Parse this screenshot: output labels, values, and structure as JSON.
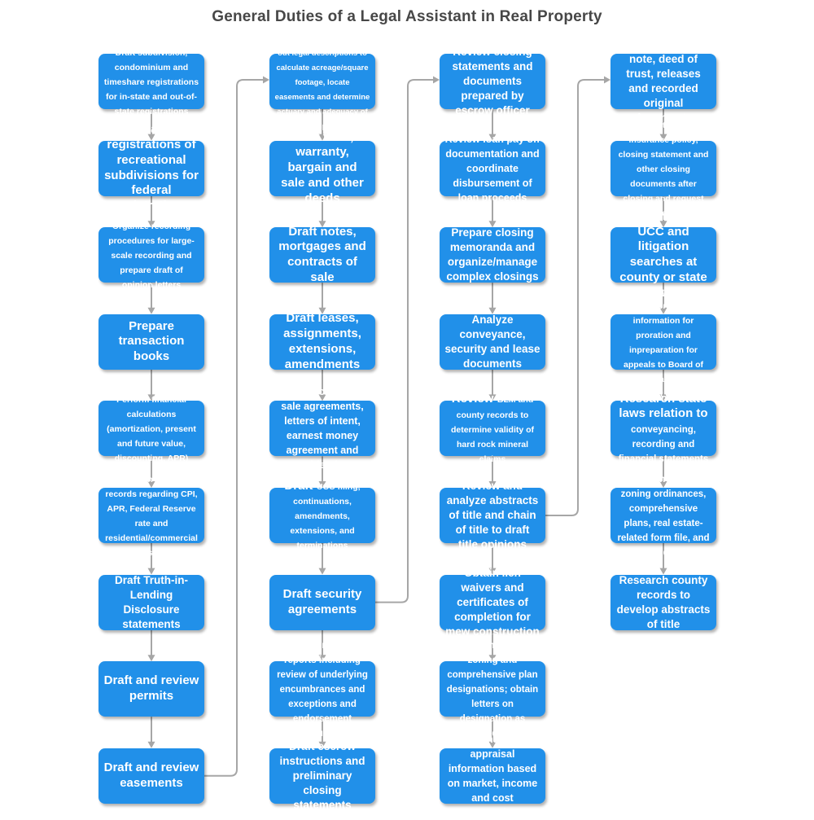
{
  "title": "General Duties of a Legal Assistant in Real Property",
  "colors": {
    "node_fill": "#2190e9",
    "node_text": "#ffffff",
    "connector": "#a6a6a6",
    "title_text": "#474747",
    "background": "#ffffff"
  },
  "flowchart": {
    "flow_direction": "top-to-bottom within each column, column to column via side connectors",
    "columns": [
      {
        "boxes": [
          {
            "text": "Draft subdivision, condominium and timeshare registrations for in-state and out-of-state registrations",
            "size": "sm"
          },
          {
            "text": "Draft registrations of recreational subdivisions for federal registrations",
            "size": "lg"
          },
          {
            "text": "Organize recording procedures for large-scale recording and prepare draft of opinion letters",
            "size": "sm"
          },
          {
            "text": "Prepare transaction books",
            "size": "lg"
          },
          {
            "text": "Perform financial calculations (amortization, present and future value, discounting, APR)",
            "size": "sm"
          },
          {
            "text": "Maintain current records regarding CPI, APR, Federal Reserve rate and residential/commercial interest rates",
            "size": "sm"
          },
          {
            "text": "Draft Truth-in-Lending Disclosure statements",
            "size": "ml"
          },
          {
            "text": "Draft and review permits",
            "size": "lg"
          },
          {
            "text": "Draft and review easements",
            "size": "lg"
          }
        ]
      },
      {
        "boxes": [
          {
            "text": "Review surveys and run out legal descriptions to calculate acreage/square footage, locate easements and determine actuary and adequacy of descriptions",
            "size": "xs"
          },
          {
            "text": "Draft trust, warranty, bargain and sale and other deeds",
            "size": "lg"
          },
          {
            "text": "Draft notes, mortgages and contracts of sale",
            "size": "lg"
          },
          {
            "text": "Draft leases, assignments, extensions, amendments",
            "size": "lg"
          },
          {
            "text": "Draft purchase and sale agreements, letters of intent, earnest money agreement and addenda",
            "size": "mm"
          },
          {
            "text": "Draft",
            "size": "lg",
            "text2": "UCC filing, continuations, amendments, extensions, and terminations",
            "size2": "sm"
          },
          {
            "text": "Draft security agreements",
            "size": "lg"
          },
          {
            "text": "Order and review title reports including review of underlying encumbrances and exceptions and endorsement requests",
            "size": "md"
          },
          {
            "text": "Draft escrow instructions and preliminary closing statements",
            "size": "ml"
          }
        ]
      },
      {
        "boxes": [
          {
            "text": "Review closing statements and documents prepared by escrow officer",
            "size": "ml"
          },
          {
            "text": "Review loan pay off documentation and coordinate disbursement of loan proceeds",
            "size": "mm"
          },
          {
            "text": "Prepare closing memoranda and organize/manage complex closings",
            "size": "ml"
          },
          {
            "text": "Analyze conveyance, security and lease documents",
            "size": "ml"
          },
          {
            "text": "Review",
            "size": "lg",
            "text2": "BLM and county records to determine validity of hard rock mineral claims",
            "size2": "sm"
          },
          {
            "text": "Review and analyze abstracts of title and chain of title to draft title opinions",
            "size": "ml"
          },
          {
            "text": "Obtain lien waivers and certificates of completion for mew construction",
            "size": "ml"
          },
          {
            "text": "Check and review zoning and comprehensive plan designations; obtain letters on designation as closing requirement",
            "size": "md"
          },
          {
            "text": "Obtain and analyze appraisal information based on market, income and cost approaches",
            "size": "mm"
          }
        ]
      },
      {
        "boxes": [
          {
            "text": "Obtain canceled note, deed of trust, releases and recorded original documents",
            "size": "ml"
          },
          {
            "text": "Review title policy, insurance policy, closing statement and other closing documents after closing and request corrections/revisions",
            "size": "sm"
          },
          {
            "text": "Perform/order UCC and litigation searches at county or state level",
            "size": "lg"
          },
          {
            "text": "Obtain real and personal property tax information for proration and inpreparation for appeals to Board of Equalization and Department of Revenue",
            "size": "sm"
          },
          {
            "text": "Research state laws relation to",
            "size": "lg",
            "text2": "conveyancing, recording and financial statements",
            "size2": "md"
          },
          {
            "text": "maintain current zoning ordinances, comprehensive plans, real estate-related form file, and computer databases",
            "size": "md"
          },
          {
            "text": "Research county records to develop abstracts of title",
            "size": "ml"
          }
        ]
      }
    ],
    "cross_links": [
      {
        "from_col": 1,
        "from_row": 9,
        "to_col": 2,
        "to_row": 1
      },
      {
        "from_col": 2,
        "from_row": 7,
        "to_col": 3,
        "to_row": 1
      },
      {
        "from_col": 3,
        "from_row": 6,
        "to_col": 4,
        "to_row": 1
      }
    ]
  }
}
